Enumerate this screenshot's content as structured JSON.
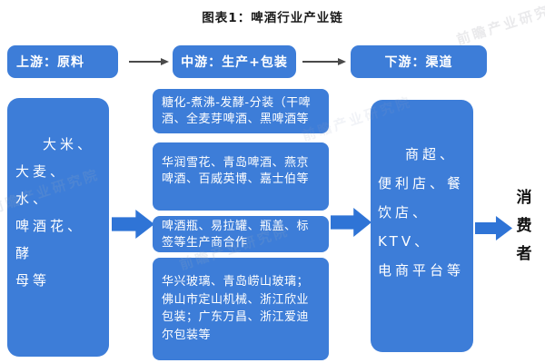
{
  "title": "图表1：啤酒行业产业链",
  "header": {
    "upstream": "上游：原料",
    "midstream": "中游：生产+包装",
    "downstream": "下游：渠道"
  },
  "upstream": {
    "materials": "大米、\n大麦、水、\n啤酒花、酵\n母等"
  },
  "midstream": {
    "process": "糖化-煮沸-发酵-分装（干啤\n酒、全麦芽啤酒、黑啤酒等",
    "producers": "华润雪花、青岛啤酒、燕京\n啤酒、百威英博、嘉士伯等",
    "packaging_cooperation": "啤酒瓶、易拉罐、瓶盖、标\n签等生产商合作",
    "packaging_suppliers": "华兴玻璃、青岛崂山玻璃；\n佛山市定山机械、浙江欣业\n包装；广东万昌、浙江爱迪\n尔包装等"
  },
  "downstream": {
    "channels": "商超、\n便利店、餐\n饮店、KTV、\n电商平台等"
  },
  "consumer": "消费者",
  "watermark": "前瞻产业研究院",
  "colors": {
    "box_blue": "#3d7dd8",
    "arrow_blue": "#2f74d6",
    "thin_arrow_gray": "#4a4a4a",
    "text_white": "#ffffff",
    "text_black": "#1a1a1a"
  }
}
